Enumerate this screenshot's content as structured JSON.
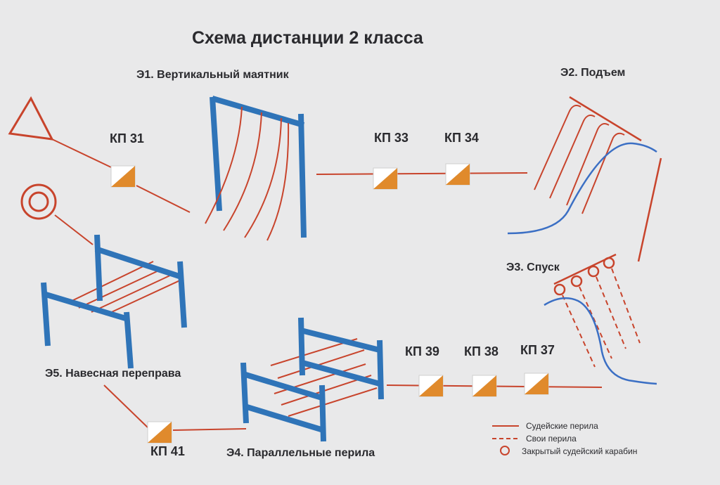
{
  "title": "Схема дистанции 2 класса",
  "stages": {
    "e1": "Э1. Вертикальный маятник",
    "e2": "Э2. Подъем",
    "e3": "Э3. Спуск",
    "e4": "Э4. Параллельные перила",
    "e5": "Э5. Навесная переправа"
  },
  "checkpoints": {
    "kp31": "КП 31",
    "kp33": "КП 33",
    "kp34": "КП 34",
    "kp37": "КП 37",
    "kp38": "КП 38",
    "kp39": "КП 39",
    "kp41": "КП 41"
  },
  "legend": {
    "judge_rope": "Судейские перила",
    "own_rope": "Свои перила",
    "closed_carabiner": "Закрытый судейский карабин"
  },
  "colors": {
    "background": "#e9e9ea",
    "rope": "#c8442c",
    "frame": "#2f74b8",
    "terrain": "#3b6fc4",
    "text": "#2a2a2e",
    "flag_orange": "#e08a2c"
  }
}
